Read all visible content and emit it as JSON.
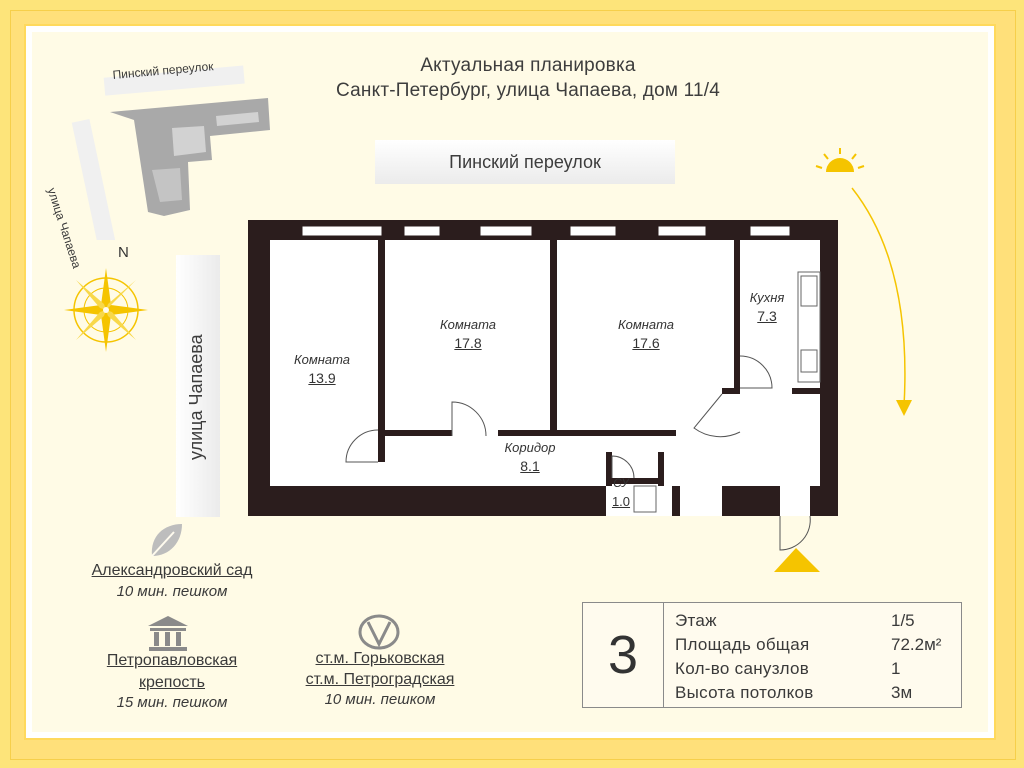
{
  "header": {
    "line1": "Актуальная планировка",
    "line2": "Санкт-Петербург, улица Чапаева, дом 11/4"
  },
  "location_map": {
    "street_top": "Пинский переулок",
    "street_left": "улица Чапаева"
  },
  "compass": {
    "north_label": "N",
    "color": "#f5c400"
  },
  "streets": {
    "top": "Пинский переулок",
    "left": "улица Чапаева"
  },
  "rooms": [
    {
      "name": "Комната",
      "area": "13.9"
    },
    {
      "name": "Комната",
      "area": "17.8"
    },
    {
      "name": "Комната",
      "area": "17.6"
    },
    {
      "name": "Кухня",
      "area": "7.3"
    },
    {
      "name": "Коридор",
      "area": "8.1"
    },
    {
      "name": "СУ",
      "area": "1.0"
    }
  ],
  "poi": {
    "garden": {
      "title": "Александровский сад",
      "time": "10 мин. пешком",
      "icon": "leaf-icon"
    },
    "fortress": {
      "title_line1": "Петропавловская",
      "title_line2": "крепость",
      "time": "15 мин. пешком",
      "icon": "building-icon"
    },
    "metro": {
      "line1": "ст.м. Горьковская",
      "line2": "ст.м. Петроградская",
      "time": "10 мин. пешком",
      "icon": "metro-icon"
    }
  },
  "info": {
    "rooms_count": "3",
    "rows": [
      {
        "label": "Этаж",
        "value": "1/5"
      },
      {
        "label": "Площадь общая",
        "value": "72.2м²"
      },
      {
        "label": "Кол-во санузлов",
        "value": "1"
      },
      {
        "label": "Высота потолков",
        "value": "3м"
      }
    ]
  },
  "colors": {
    "accent": "#f5c400",
    "wall": "#2b1d1d",
    "frame": "#ffe07a"
  }
}
